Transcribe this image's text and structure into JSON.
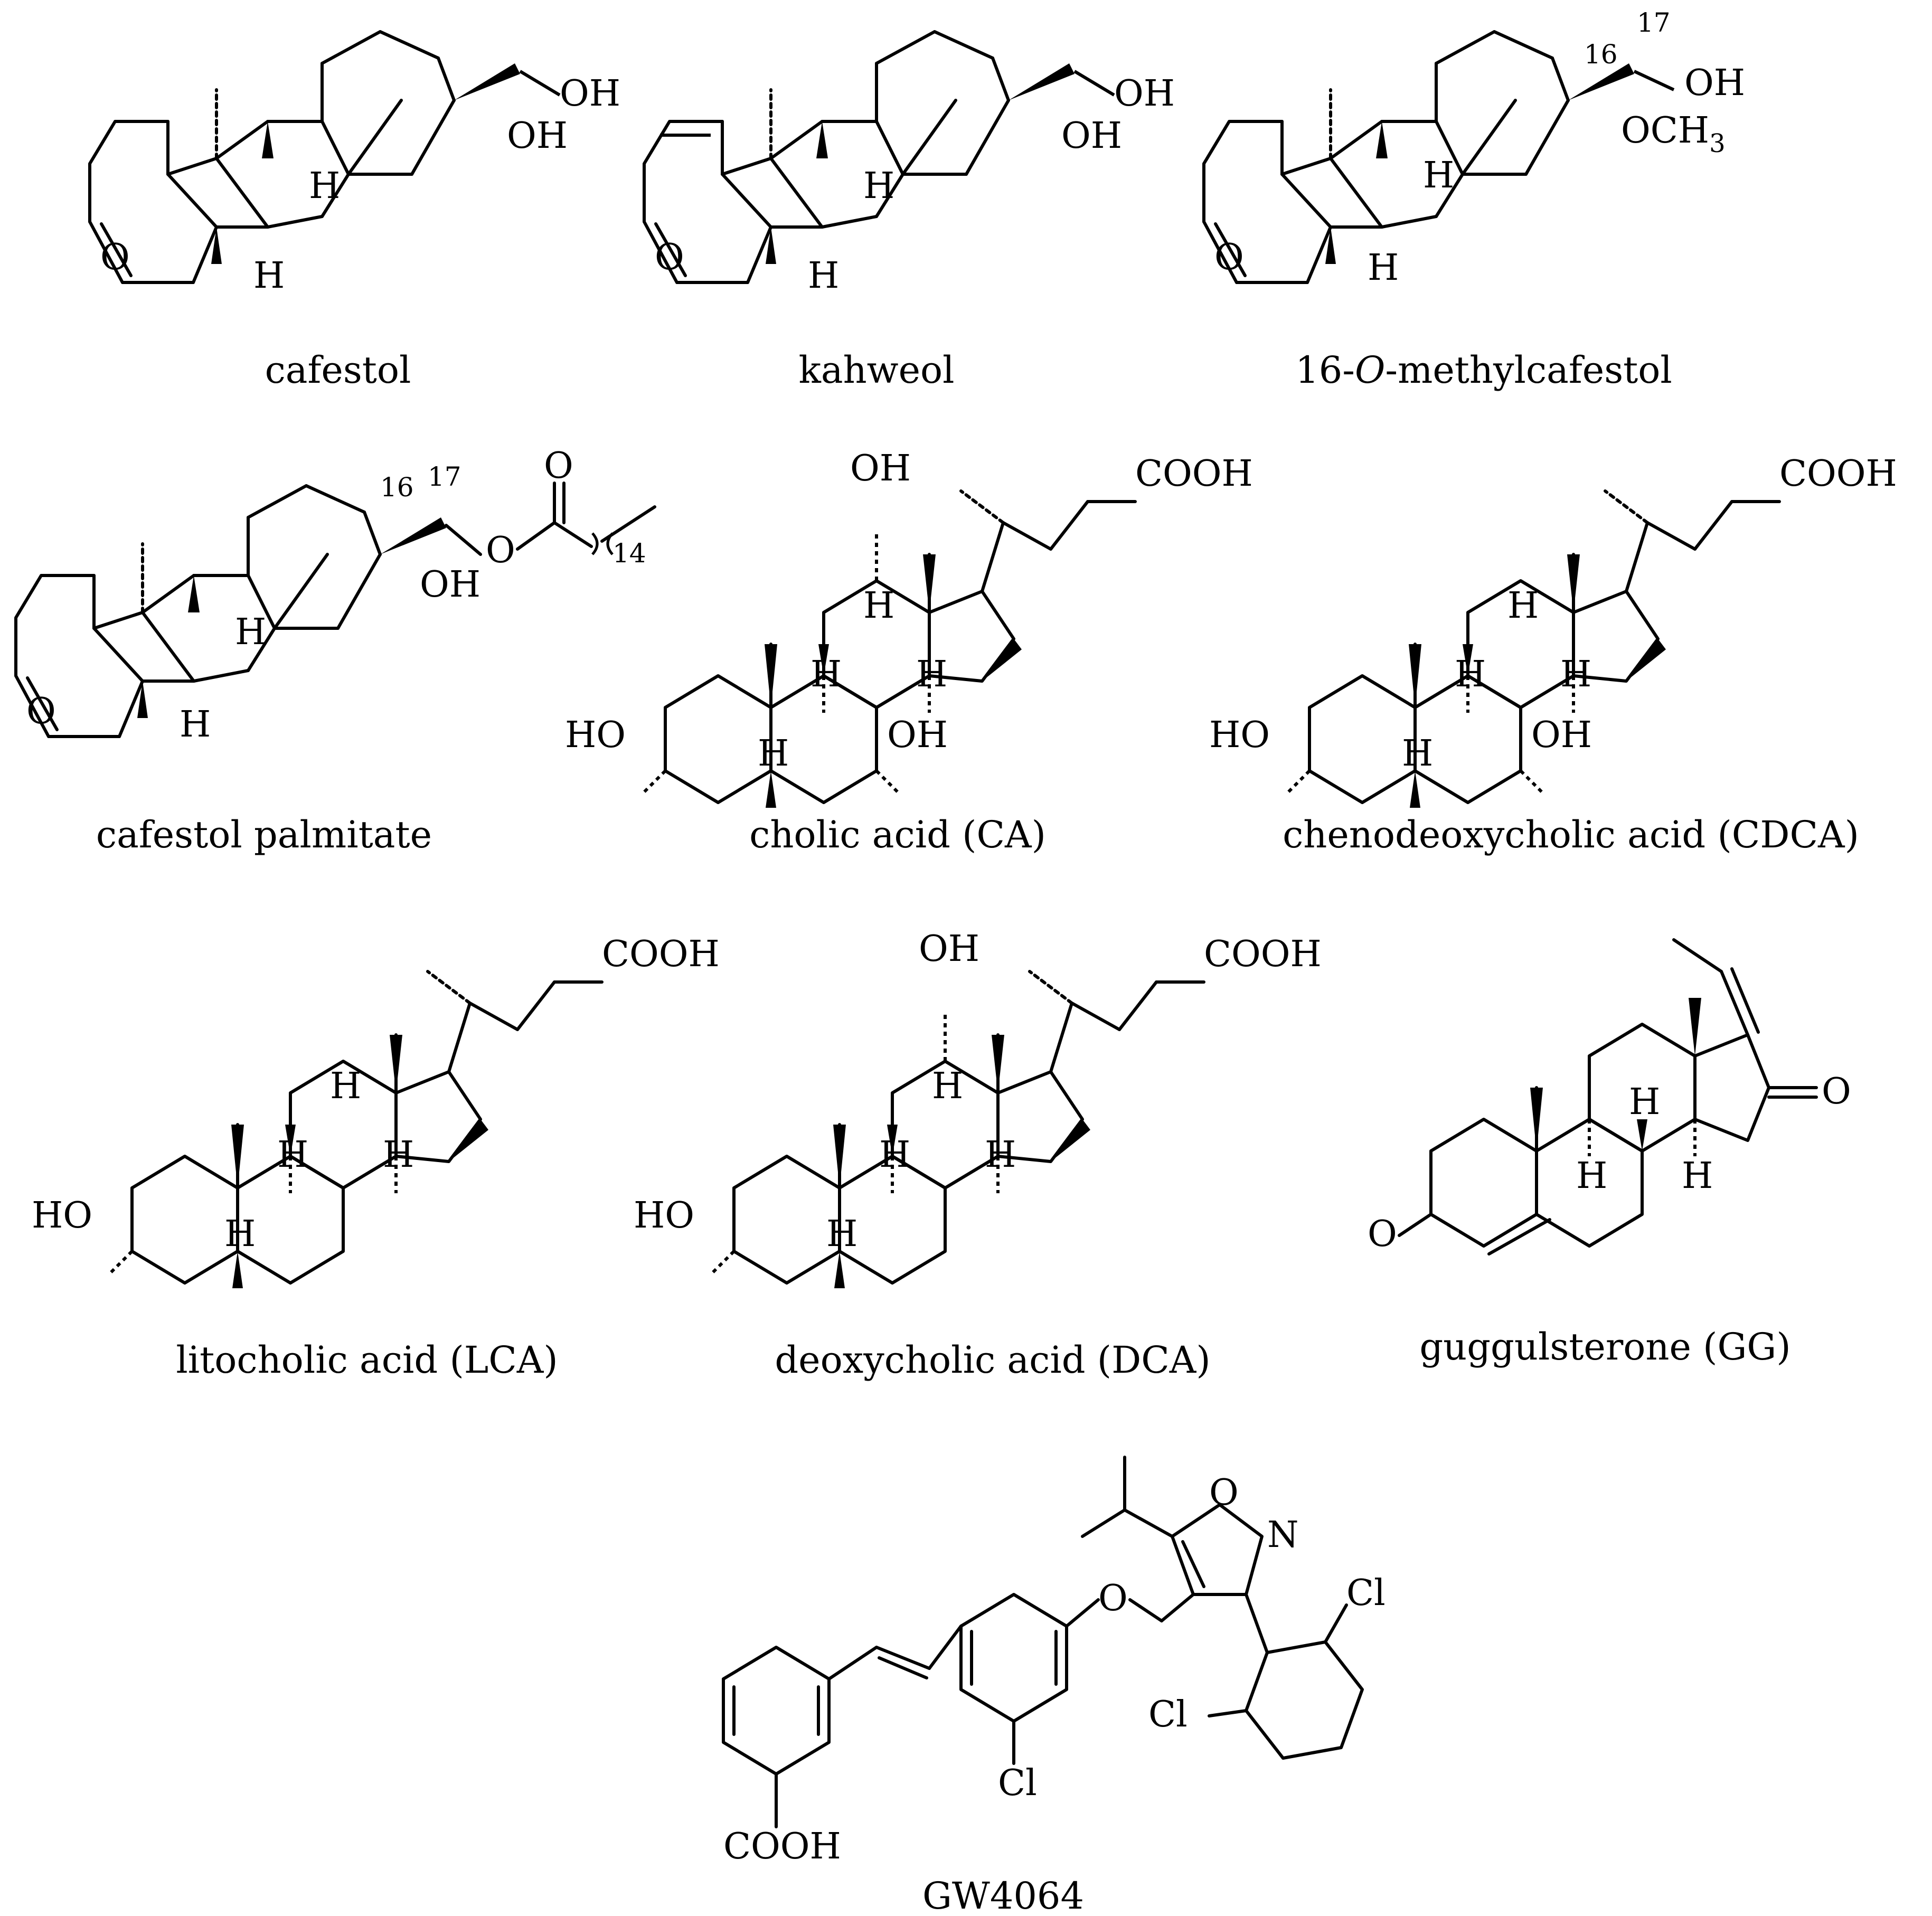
{
  "compounds": {
    "cafestol": {
      "name": "cafestol",
      "atoms": {
        "furan_o": "O",
        "oh_a": "OH",
        "oh_b": "OH",
        "h_a": "H",
        "h_b": "H"
      }
    },
    "kahweol": {
      "name": "kahweol",
      "atoms": {
        "furan_o": "O",
        "oh_a": "OH",
        "oh_b": "OH",
        "h_a": "H",
        "h_b": "H"
      }
    },
    "methylcafestol": {
      "name_prefix": "16-",
      "name_italic": "O",
      "name_suffix": "-methylcafestol",
      "atoms": {
        "furan_o": "O",
        "oh": "OH",
        "och": "OCH",
        "och_sub": "3",
        "h_a": "H",
        "h_b": "H",
        "c16": "16",
        "c17": "17"
      }
    },
    "cafestol_palmitate": {
      "name": "cafestol palmitate",
      "atoms": {
        "furan_o": "O",
        "ester_o": "O",
        "carbonyl_o": "O",
        "chain_n": "14",
        "oh": "OH",
        "h_a": "H",
        "h_b": "H",
        "c16": "16",
        "c17": "17"
      }
    },
    "cholic_acid": {
      "name": "cholic acid (CA)",
      "atoms": {
        "oh12": "OH",
        "cooh": "COOH",
        "ho3": "HO",
        "oh7": "OH",
        "h8": "H",
        "h9": "H",
        "h14": "H",
        "h5": "H"
      }
    },
    "cdca": {
      "name": "chenodeoxycholic acid (CDCA)",
      "atoms": {
        "cooh": "COOH",
        "ho3": "HO",
        "oh7": "OH",
        "h8": "H",
        "h9": "H",
        "h14": "H",
        "h5": "H"
      }
    },
    "lca": {
      "name": "litocholic acid (LCA)",
      "atoms": {
        "cooh": "COOH",
        "ho3": "HO",
        "h8": "H",
        "h9": "H",
        "h14": "H",
        "h5": "H"
      }
    },
    "dca": {
      "name": "deoxycholic acid (DCA)",
      "atoms": {
        "oh12": "OH",
        "cooh": "COOH",
        "ho3": "HO",
        "h8": "H",
        "h9": "H",
        "h14": "H",
        "h5": "H"
      }
    },
    "guggulsterone": {
      "name": "guggulsterone (GG)",
      "atoms": {
        "o3": "O",
        "o16": "O",
        "h8": "H",
        "h9": "H",
        "h14": "H"
      }
    },
    "gw4064": {
      "name": "GW4064",
      "atoms": {
        "ring_o": "O",
        "ring_n": "N",
        "ether_o": "O",
        "cl_a": "Cl",
        "cl_b": "Cl",
        "cl_c": "Cl",
        "cooh": "COOH"
      }
    }
  }
}
